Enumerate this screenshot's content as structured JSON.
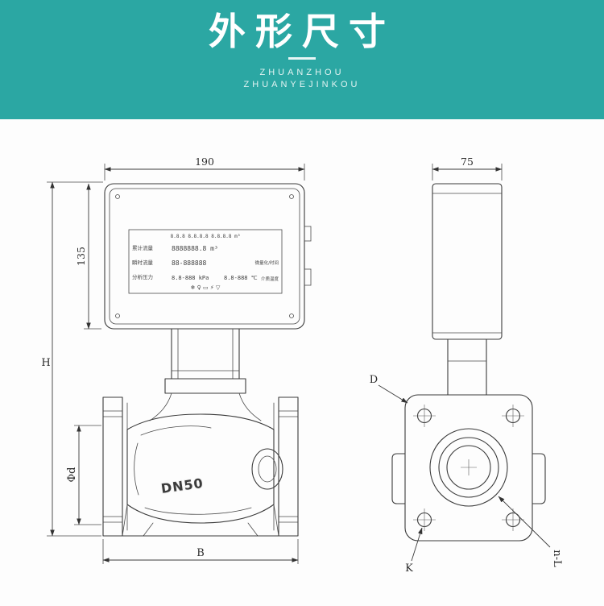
{
  "header": {
    "title": "外形尺寸",
    "brand_line1": "ZHUANZHOU",
    "brand_line2": "ZHUANYEJINKOU",
    "bg_color": "#2ba7a3",
    "text_color": "#ffffff"
  },
  "front_view": {
    "dim_top_width": "190",
    "dim_display_height": "135",
    "dim_overall_height": "H",
    "dim_flange_diameter": "Φd",
    "dim_base_width": "B",
    "body_size_label": "DN50",
    "lcd": {
      "top_row": "8.8.8  8.8.8.8  8.8.8.8  m³",
      "row1_label": "累计流量",
      "row1_value": "8888888.8 m³",
      "row2_label": "瞬时流量",
      "row2_value": "88-888888",
      "row2_right_label": "微量化/时间",
      "row3_label": "分析压力",
      "row3_value": "8.8-888 kPa",
      "row3_value2": "8.8-888 ℃",
      "row3_right_label": "介质温度",
      "icons_row": "❄ ♀ ▭ ⚡ ▽"
    }
  },
  "side_view": {
    "dim_top_width": "75",
    "label_outline": "D",
    "label_bolt_circle": "K",
    "label_bolt_holes": "n-L"
  }
}
